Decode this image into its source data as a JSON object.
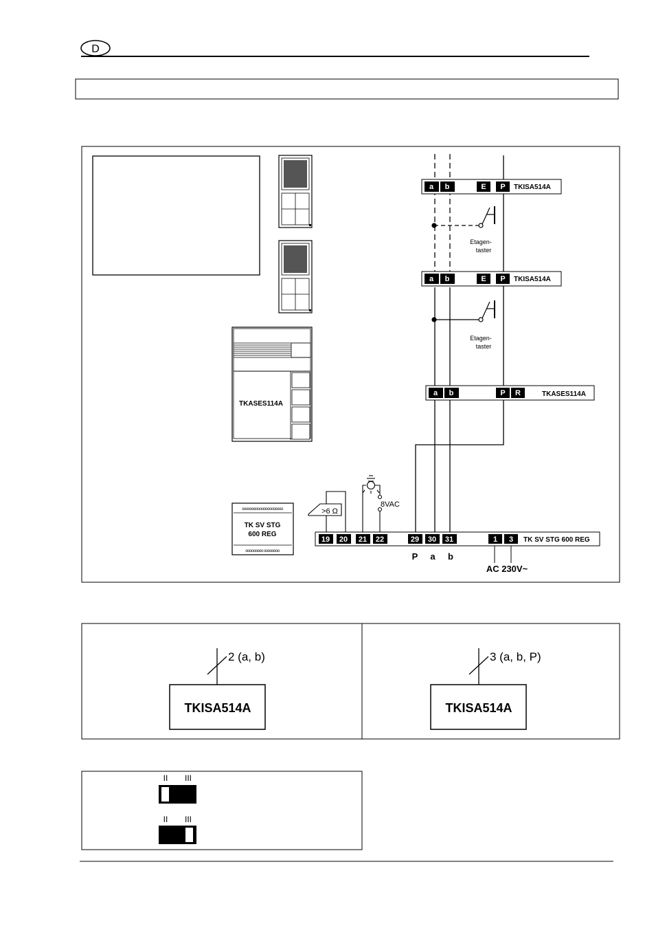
{
  "header": {
    "lang_badge": "D"
  },
  "diagram": {
    "bus_bars": [
      {
        "terminals": [
          "a",
          "b",
          "E",
          "P"
        ],
        "label": "TKISA514A"
      },
      {
        "terminals": [
          "a",
          "b",
          "E",
          "P"
        ],
        "label": "TKISA514A"
      },
      {
        "terminals": [
          "a",
          "b",
          "P",
          "R"
        ],
        "label": "TKASES114A"
      },
      {
        "terminals": [
          "19",
          "20",
          "21",
          "22",
          "29",
          "30",
          "31",
          "1",
          "3"
        ],
        "label": "TK SV STG 600 REG"
      }
    ],
    "floor_button_label_line1": "Etagen-",
    "floor_button_label_line2": "taster",
    "resistor_label": ">6 Ω",
    "voltage_label": "8VAC",
    "device_tkases_label": "TKASES114A",
    "device_stg_label_line1": "TK SV STG",
    "device_stg_label_line2": "600 REG",
    "bottom_labels": {
      "P": "P",
      "a": "a",
      "b": "b"
    },
    "mains_label": "AC 230V~"
  },
  "wiring_options": [
    {
      "wire_count": "2 (a, b)",
      "device": "TKISA514A"
    },
    {
      "wire_count": "3 (a, b, P)",
      "device": "TKISA514A"
    }
  ],
  "switches": [
    {
      "label_left": "II",
      "label_right": "III",
      "position": "II"
    },
    {
      "label_left": "II",
      "label_right": "III",
      "position": "III"
    }
  ]
}
